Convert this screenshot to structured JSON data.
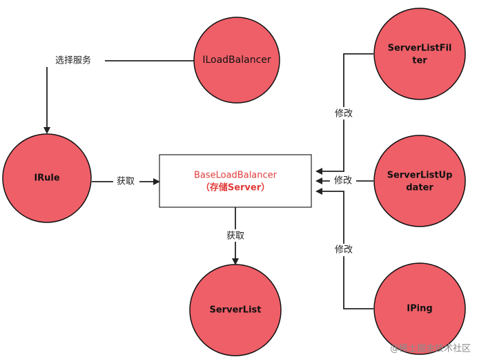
{
  "nodes": {
    "iloadbalancer": "ILoadBalancer",
    "irule": "IRule",
    "serverlistfilter_line1": "ServerListFil",
    "serverlistfilter_line2": "ter",
    "serverlistupdater_line1": "ServerListUp",
    "serverlistupdater_line2": "dater",
    "serverlist": "ServerList",
    "iping": "IPing"
  },
  "center_box": {
    "title": "BaseLoadBalancer",
    "subtitle": "（存储Server）"
  },
  "edges": {
    "select_service": "选择服务",
    "obtain_left": "获取",
    "obtain_bottom": "获取",
    "modify_top": "修改",
    "modify_middle": "修改",
    "modify_bottom": "修改"
  },
  "watermark": "@稀土掘金技术社区",
  "colors": {
    "node_fill": "#ef5f68",
    "center_text": "#e23a3a",
    "edge": "#222222"
  }
}
